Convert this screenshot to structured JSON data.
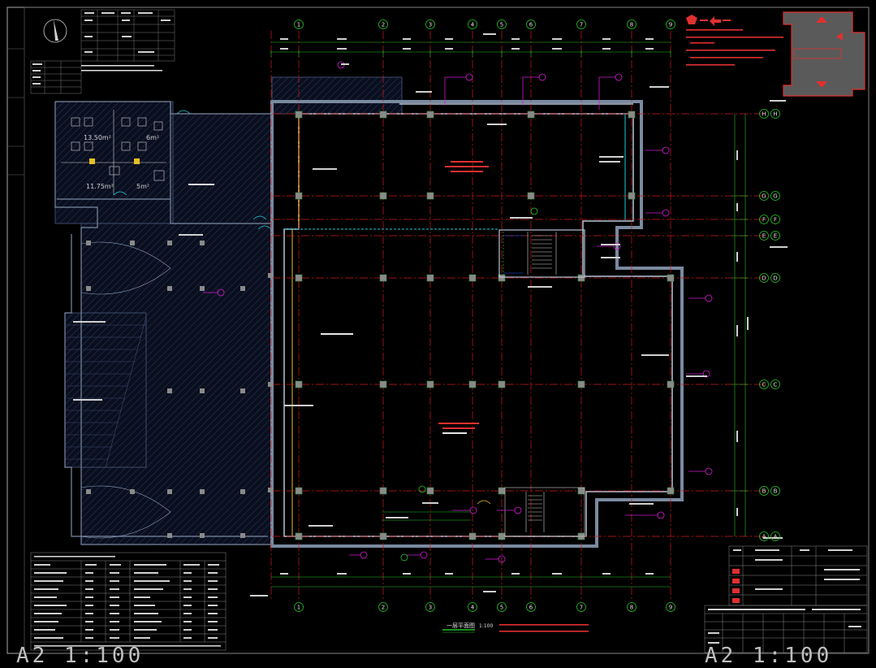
{
  "drawing": {
    "colors": {
      "background": "#000000",
      "axis": "#d11a1a",
      "wall": "#7a8aa0",
      "wall_light": "#b8c4d8",
      "hatch": "#2e3a5a",
      "column": "#8a8a8a",
      "dim_green": "#25c425",
      "marker_magenta": "#d21bd2",
      "grid_bubble": "#e0e0e0",
      "stair": "#d0d0d0",
      "yellow": "#e6c020",
      "cyan": "#22c8d8",
      "red_text": "#e03030",
      "frame": "#a8a8a8"
    },
    "axes_top": [
      "1",
      "2",
      "3",
      "4",
      "5",
      "6",
      "7",
      "8",
      "9"
    ],
    "axes_right": [
      "H",
      "G",
      "F",
      "E",
      "D",
      "C",
      "B",
      "A"
    ],
    "room_labels": {
      "toilet_left": "13.50m²",
      "toilet_right": "6m²",
      "small_room_a": "11.75m²",
      "small_room_b": "5m²"
    },
    "sheet_scale_left": "A2  1:100",
    "sheet_scale_right": "A2  1:100",
    "plan_title": "一层平面图",
    "plan_title_scale": "1:100"
  }
}
